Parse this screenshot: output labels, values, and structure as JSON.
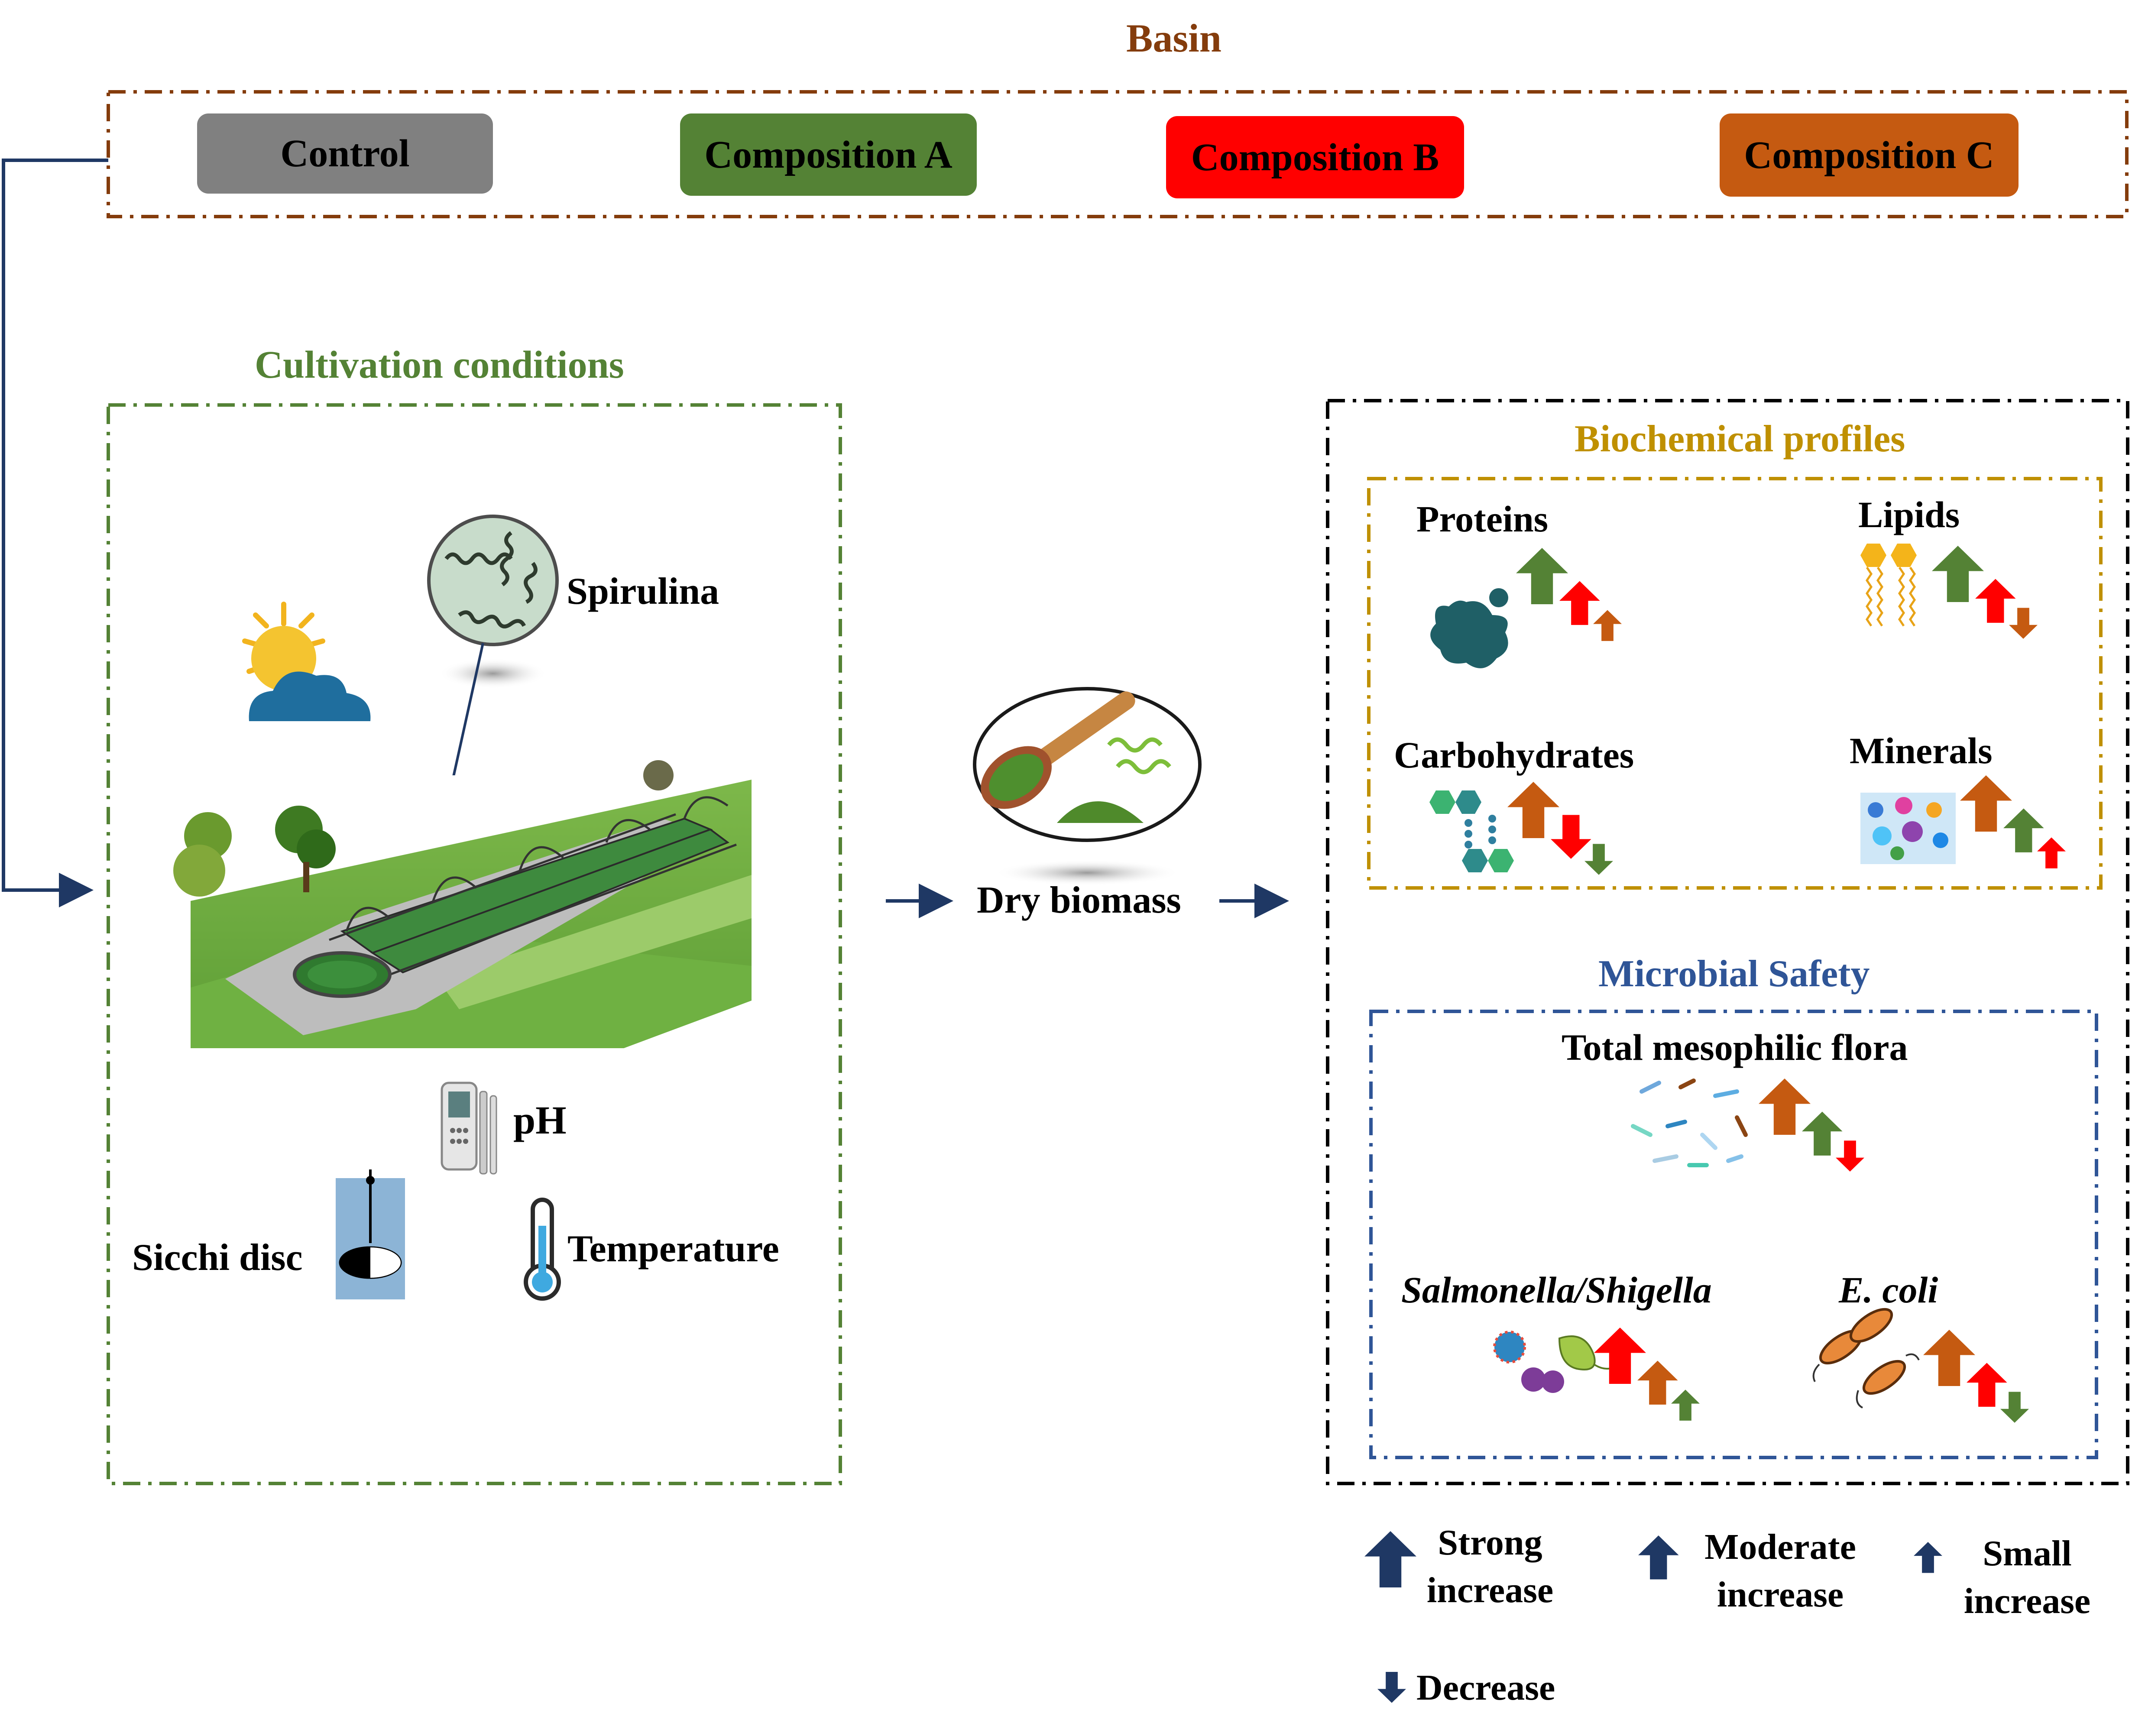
{
  "basin": {
    "title": "Basin",
    "compositions": [
      {
        "label": "Control",
        "color": "#808080"
      },
      {
        "label": "Composition A",
        "color": "#548235"
      },
      {
        "label": "Composition B",
        "color": "#FF0000"
      },
      {
        "label": "Composition C",
        "color": "#C55A11"
      }
    ]
  },
  "cultivation": {
    "title": "Cultivation conditions",
    "spirulina_label": "Spirulina",
    "ph_label": "pH",
    "sicchi_label": "Sicchi disc",
    "temperature_label": "Temperature"
  },
  "dry_biomass": "Dry biomass",
  "biochemical": {
    "title": "Biochemical profiles",
    "items": [
      {
        "label": "Proteins",
        "icon": "protein-icon",
        "arrows": [
          "strong-green-up",
          "moderate-red-up",
          "small-orange-up"
        ]
      },
      {
        "label": "Lipids",
        "icon": "lipid-icon",
        "arrows": [
          "strong-green-up",
          "moderate-red-up",
          "small-orange-down"
        ]
      },
      {
        "label": "Carbohydrates",
        "icon": "carbohydrate-icon",
        "arrows": [
          "strong-orange-up",
          "moderate-red-down",
          "small-green-down"
        ]
      },
      {
        "label": "Minerals",
        "icon": "minerals-icon",
        "arrows": [
          "strong-orange-up",
          "moderate-green-up",
          "small-red-up"
        ]
      }
    ]
  },
  "microbial": {
    "title": "Microbial Safety",
    "items": [
      {
        "label": "Total mesophilic flora",
        "icon": "bacteria-icon",
        "arrows": [
          "strong-orange-up",
          "moderate-green-up",
          "small-red-down"
        ]
      },
      {
        "label": "Salmonella/Shigella",
        "icon": "salmonella-icon",
        "arrows": [
          "strong-red-up",
          "moderate-orange-up",
          "small-green-up"
        ]
      },
      {
        "label": "E. coli",
        "icon": "ecoli-icon",
        "arrows": [
          "strong-orange-up",
          "moderate-red-up",
          "small-green-down"
        ]
      }
    ]
  },
  "legend": {
    "strong": [
      "Strong",
      "increase"
    ],
    "moderate": [
      "Moderate",
      "increase"
    ],
    "small": [
      "Small",
      "increase"
    ],
    "decrease": "Decrease"
  },
  "colors": {
    "basin_border": "#843C0C",
    "cultivation": "#548235",
    "biochemical": "#BF9000",
    "microbial": "#2F5597",
    "outline": "#000000",
    "navy": "#1F3864",
    "green_arrow": "#548235",
    "red_arrow": "#FF0000",
    "orange_arrow": "#C55A11"
  }
}
